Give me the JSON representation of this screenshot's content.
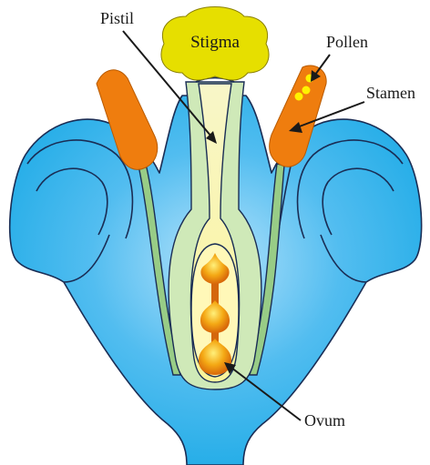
{
  "labels": {
    "pistil": "Pistil",
    "stigma": "Stigma",
    "pollen": "Pollen",
    "stamen": "Stamen",
    "ovum": "Ovum"
  },
  "colors": {
    "petal": "#27aee8",
    "petal_light": "#a6dcf8",
    "stigma": "#e9e000",
    "style": "#fbf7b0",
    "ovary_tissue": "#cfe9b8",
    "filament": "#98cc86",
    "anther": "#ef7d0e",
    "pollen": "#fff200",
    "ovule": "#f0a010"
  },
  "icons": {
    "pollen_grains": "pollen-grain-icon",
    "ovules": "ovule-icon"
  }
}
